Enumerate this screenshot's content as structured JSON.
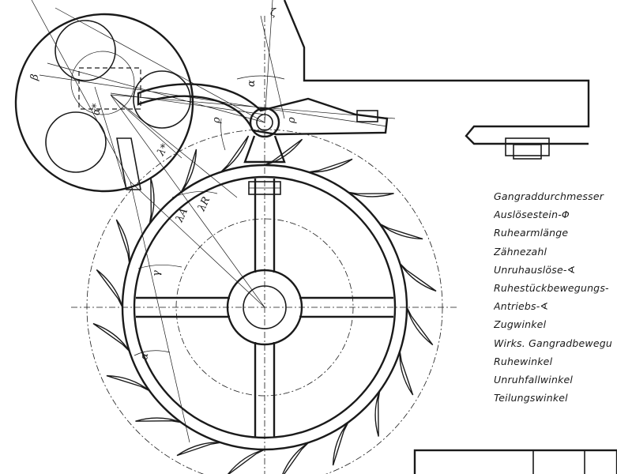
{
  "diagram": {
    "symbols": {
      "zeta": "ζ",
      "beta": "β",
      "alpha": "α",
      "rho": "ρ",
      "alpha_star": "α*",
      "lambda_star": "λ*",
      "lambda_r": "λR",
      "lambda_a": "λA",
      "gamma": "γ"
    },
    "legend": [
      "Gangraddurchmesser",
      "Auslösestein-Φ",
      "Ruhearmlänge",
      "Zähnezahl",
      "Unruhauslöse-∢",
      "Ruhestückbewegungs-",
      "Antriebs-∢",
      "Zugwinkel",
      "Wirks. Gangradbewegu",
      "Ruhewinkel",
      "Unruhfallwinkel",
      "Teilungswinkel"
    ]
  }
}
